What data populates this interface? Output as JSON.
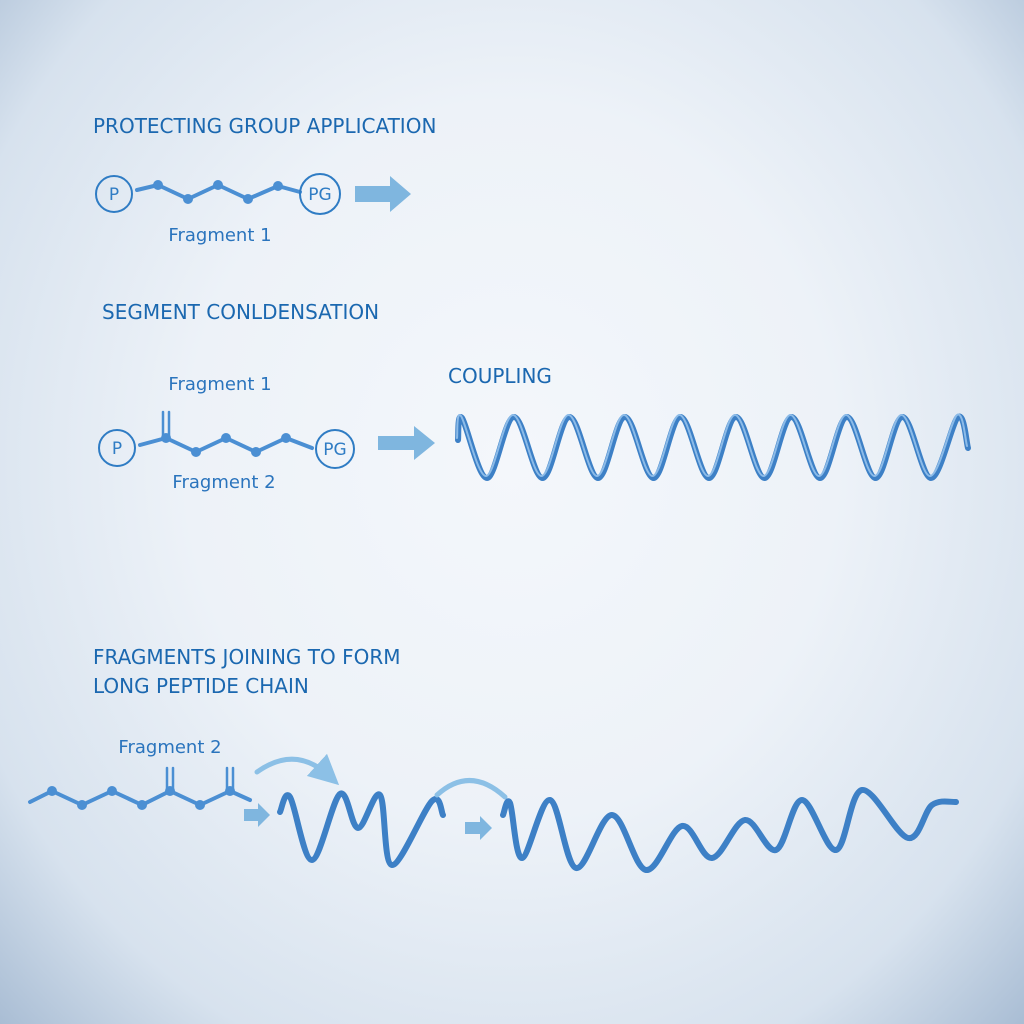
{
  "sections": {
    "protecting": {
      "title": "PROTECTING GROUP APPLICATION",
      "fragment_label": "Fragment 1",
      "left_group": "P",
      "right_group": "PG"
    },
    "condensation": {
      "title": "SEGMENT CONLDENSATION",
      "fragment_top_label": "Fragment 1",
      "fragment_bottom_label": "Fragment 2",
      "left_group": "P",
      "right_group": "PG",
      "coupling_label": "COUPLING"
    },
    "joining": {
      "title_line1": "FRAGMENTS JOINING TO FORM",
      "title_line2": "LONG PEPTIDE CHAIN",
      "fragment_label": "Fragment 2"
    }
  },
  "colors": {
    "text": "#1b68b0",
    "chain": "#4b8fd3",
    "helix": "#3d80c6",
    "arrow": "#7fb6df"
  }
}
